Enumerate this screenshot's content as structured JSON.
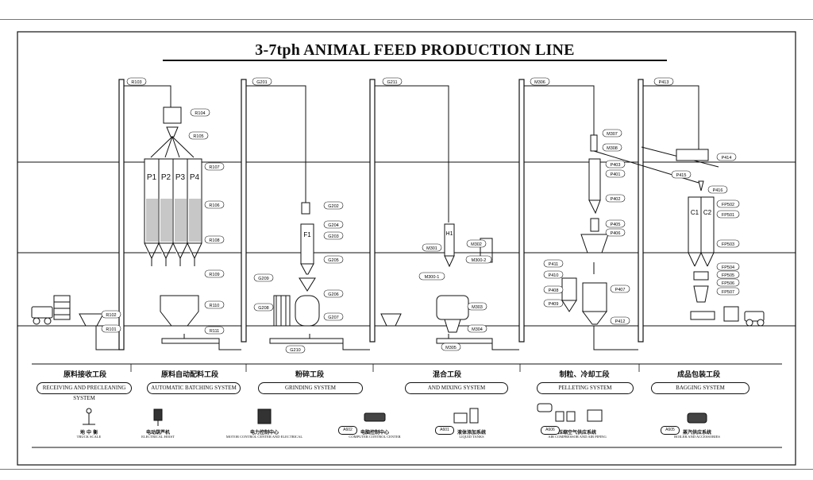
{
  "title": "3-7tph ANIMAL FEED PRODUCTION LINE",
  "sections": [
    {
      "cn": "原料接收工段",
      "en": "RECEIVING AND PRECLEANING SYSTEM"
    },
    {
      "cn": "原料自动配料工段",
      "en": "AUTOMATIC BATCHING SYSTEM"
    },
    {
      "cn": "粉碎工段",
      "en": "GRINDING SYSTEM"
    },
    {
      "cn": "混合工段",
      "en": "AND MIXING SYSTEM"
    },
    {
      "cn": "制粒、冷却工段",
      "en": "PELLETING SYSTEM"
    },
    {
      "cn": "成品包装工段",
      "en": "BAGGING SYSTEM"
    }
  ],
  "legend": [
    {
      "code": "",
      "cn": "地 中 衡",
      "en": "TRUCK SCALE",
      "icon": "truck-scale-icon"
    },
    {
      "code": "",
      "cn": "电动葫芦机",
      "en": "ELECTRICAL HOIST",
      "icon": "electric-hoist-icon"
    },
    {
      "code": "",
      "cn": "电力控制中心",
      "en": "MOTOR CONTROL CENTER AND ELECTRICAL",
      "icon": "motor-control-center-icon"
    },
    {
      "code": "A602",
      "cn": "电脑控制中心",
      "en": "COMPUTER CONTROL CENTER",
      "icon": "computer-control-icon"
    },
    {
      "code": "A601",
      "cn": "液体添加系统",
      "en": "LIQUID TANKS",
      "icon": "liquid-tank-icon"
    },
    {
      "code": "A606",
      "cn": "压缩空气供应系统",
      "en": "AIR COMPRESSOR AND AIR PIPING",
      "icon": "air-compressor-icon"
    },
    {
      "code": "A605",
      "cn": "蒸汽供应系统",
      "en": "BOILER AND ACCESSORIES",
      "icon": "boiler-icon"
    }
  ],
  "bins": [
    "P1",
    "P2",
    "P3",
    "P4"
  ],
  "grinder_bin": "F1",
  "mixer_bin": "H1",
  "pellet_bins": [
    "C1",
    "C2"
  ],
  "tags": {
    "receiving": [
      "R101",
      "R102"
    ],
    "batching": [
      "R103",
      "R104",
      "R105",
      "R107",
      "R106",
      "R108",
      "R109",
      "R110",
      "R111"
    ],
    "grinding": [
      "G201",
      "G202",
      "G204",
      "G203",
      "G205",
      "G209",
      "G206",
      "G208",
      "G207",
      "G210"
    ],
    "mixing": [
      "G211",
      "M301",
      "M302",
      "M303",
      "M304",
      "M305",
      "M300-1",
      "M300-2"
    ],
    "pelleting": [
      "M306",
      "M307",
      "M308",
      "P403",
      "P401",
      "P402",
      "P405",
      "P406",
      "P411",
      "P410",
      "P408",
      "P409",
      "P407",
      "P412"
    ],
    "bagging": [
      "P413",
      "P414",
      "P415",
      "P416",
      "FP502",
      "FP501",
      "FP503",
      "FP504",
      "FP505",
      "FP506",
      "FP507"
    ]
  }
}
